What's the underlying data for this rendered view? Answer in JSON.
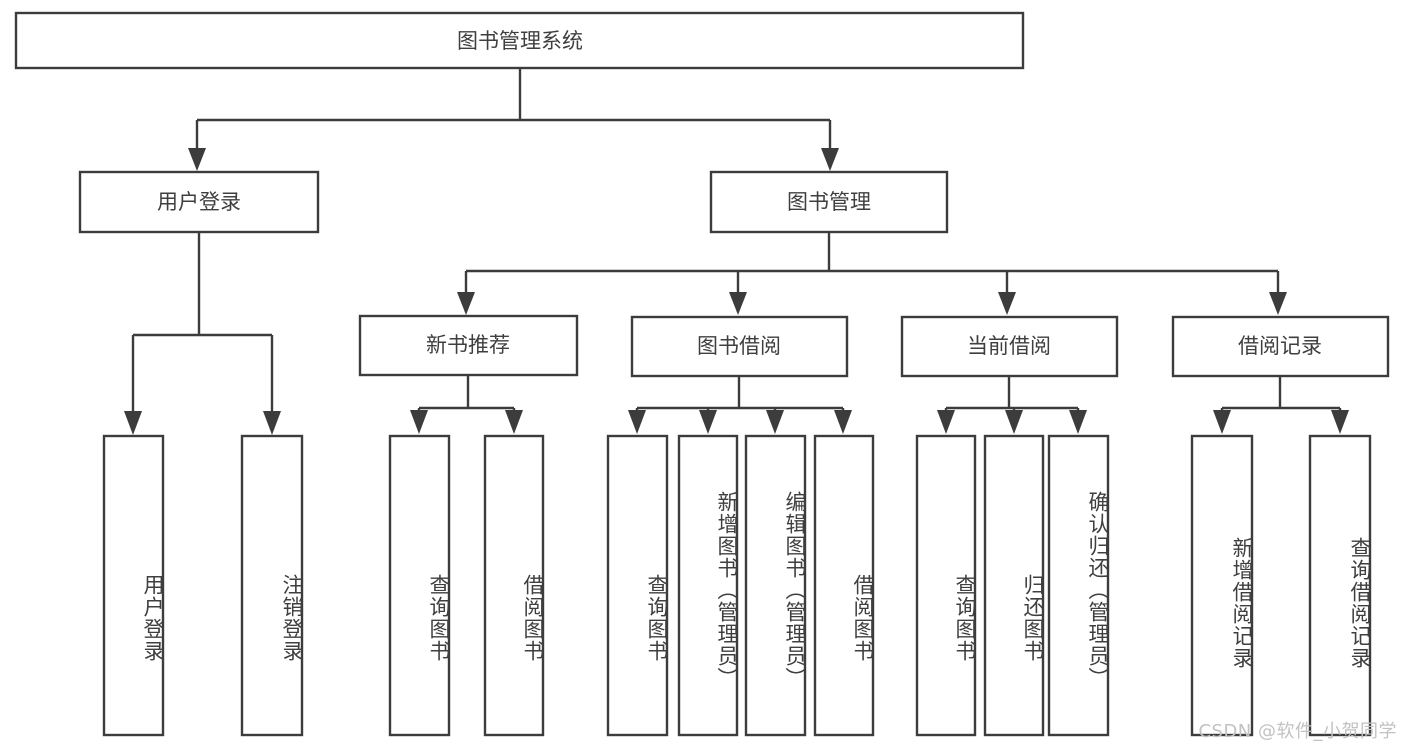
{
  "diagram": {
    "title": "图书管理系统",
    "type": "tree-hierarchy-diagram",
    "colors": {
      "stroke": "#3c3c3c",
      "text": "#3f3f3f",
      "box_fill": "#ffffff",
      "background": "#ffffff",
      "watermark": "#c2c2c2"
    },
    "root": {
      "label": "图书管理系统"
    },
    "level2": [
      {
        "label": "用户登录"
      },
      {
        "label": "图书管理"
      }
    ],
    "level3": [
      {
        "label": "新书推荐"
      },
      {
        "label": "图书借阅"
      },
      {
        "label": "当前借阅"
      },
      {
        "label": "借阅记录"
      }
    ],
    "leaves": {
      "user_login": [
        {
          "label": "用户登录"
        },
        {
          "label": "注销登录"
        }
      ],
      "new_book_recommend": [
        {
          "label": "查询图书"
        },
        {
          "label": "借阅图书"
        }
      ],
      "book_borrow": [
        {
          "label": "查询图书"
        },
        {
          "label": "新增图书（管理员）"
        },
        {
          "label": "编辑图书（管理员）"
        },
        {
          "label": "借阅图书"
        }
      ],
      "current_borrow": [
        {
          "label": "查询图书"
        },
        {
          "label": "归还图书"
        },
        {
          "label": "确认归还（管理员）"
        }
      ],
      "borrow_records": [
        {
          "label": "新增借阅记录"
        },
        {
          "label": "查询借阅记录"
        }
      ]
    },
    "watermark": "CSDN @软件_小贺同学"
  }
}
